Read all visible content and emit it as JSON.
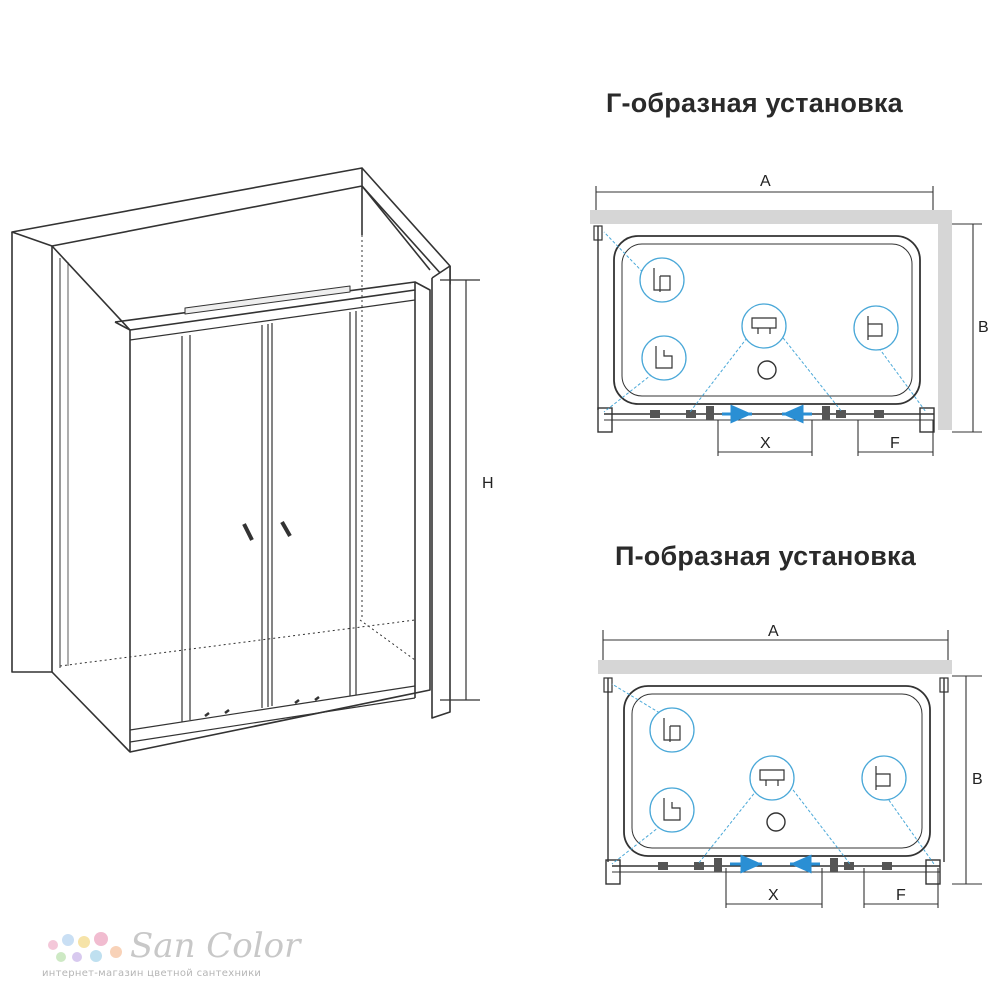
{
  "titles": {
    "l_install": "Г-образная установка",
    "p_install": "П-образная установка"
  },
  "labels": {
    "height": "H",
    "width_a": "A",
    "depth_b": "B",
    "opening_x": "X",
    "offset_f": "F"
  },
  "logo": {
    "name": "San Color",
    "tagline": "интернет-магазин цветной сантехники"
  },
  "colors": {
    "line": "#333333",
    "wall": "#d6d6d6",
    "accent": "#2a8fd4",
    "detail": "#4aa8d8"
  }
}
